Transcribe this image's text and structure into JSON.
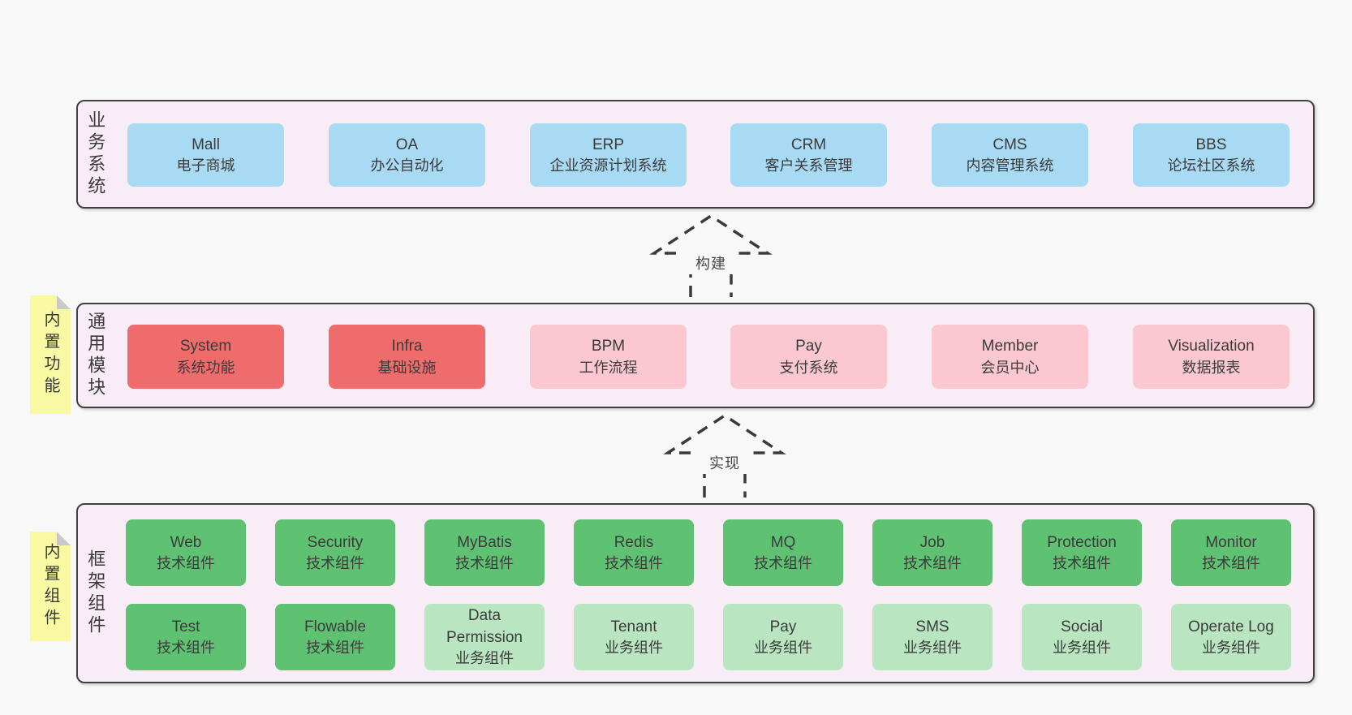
{
  "colors": {
    "page-bg": "#f8f8f8",
    "band-bg": "#f8edf6",
    "band-border": "#414141",
    "blue": "#a9daf4",
    "red": "#ef6c6c",
    "pink": "#fbc8d1",
    "gdark": "#5fc273",
    "glight": "#b9e6c1",
    "note-yellow": "#f9f9a3",
    "note-fold": "#c9c9c9",
    "text": "#3b3b3b",
    "arrow": "#3a3a3a"
  },
  "bands": [
    {
      "id": "business-systems",
      "label": "业务系统",
      "boxes": [
        {
          "en": "Mall",
          "zh": "电子商城"
        },
        {
          "en": "OA",
          "zh": "办公自动化"
        },
        {
          "en": "ERP",
          "zh": "企业资源计划系统"
        },
        {
          "en": "CRM",
          "zh": "客户关系管理"
        },
        {
          "en": "CMS",
          "zh": "内容管理系统"
        },
        {
          "en": "BBS",
          "zh": "论坛社区系统"
        }
      ]
    },
    {
      "id": "common-modules",
      "label": "通用模块",
      "note": "内置功能",
      "boxes": [
        {
          "en": "System",
          "zh": "系统功能"
        },
        {
          "en": "Infra",
          "zh": "基础设施"
        },
        {
          "en": "BPM",
          "zh": "工作流程"
        },
        {
          "en": "Pay",
          "zh": "支付系统"
        },
        {
          "en": "Member",
          "zh": "会员中心"
        },
        {
          "en": "Visualization",
          "zh": "数据报表"
        }
      ]
    },
    {
      "id": "framework-components",
      "label": "框架组件",
      "note": "内置组件",
      "rows": [
        [
          {
            "en": "Web",
            "zh": "技术组件"
          },
          {
            "en": "Security",
            "zh": "技术组件"
          },
          {
            "en": "MyBatis",
            "zh": "技术组件"
          },
          {
            "en": "Redis",
            "zh": "技术组件"
          },
          {
            "en": "MQ",
            "zh": "技术组件"
          },
          {
            "en": "Job",
            "zh": "技术组件"
          },
          {
            "en": "Protection",
            "zh": "技术组件"
          },
          {
            "en": "Monitor",
            "zh": "技术组件"
          }
        ],
        [
          {
            "en": "Test",
            "zh": "技术组件"
          },
          {
            "en": "Flowable",
            "zh": "技术组件"
          },
          {
            "en": "Data Permission",
            "zh": "业务组件"
          },
          {
            "en": "Tenant",
            "zh": "业务组件"
          },
          {
            "en": "Pay",
            "zh": "业务组件"
          },
          {
            "en": "SMS",
            "zh": "业务组件"
          },
          {
            "en": "Social",
            "zh": "业务组件"
          },
          {
            "en": "Operate Log",
            "zh": "业务组件"
          }
        ]
      ]
    }
  ],
  "arrows": [
    {
      "label": "构建"
    },
    {
      "label": "实现"
    }
  ]
}
